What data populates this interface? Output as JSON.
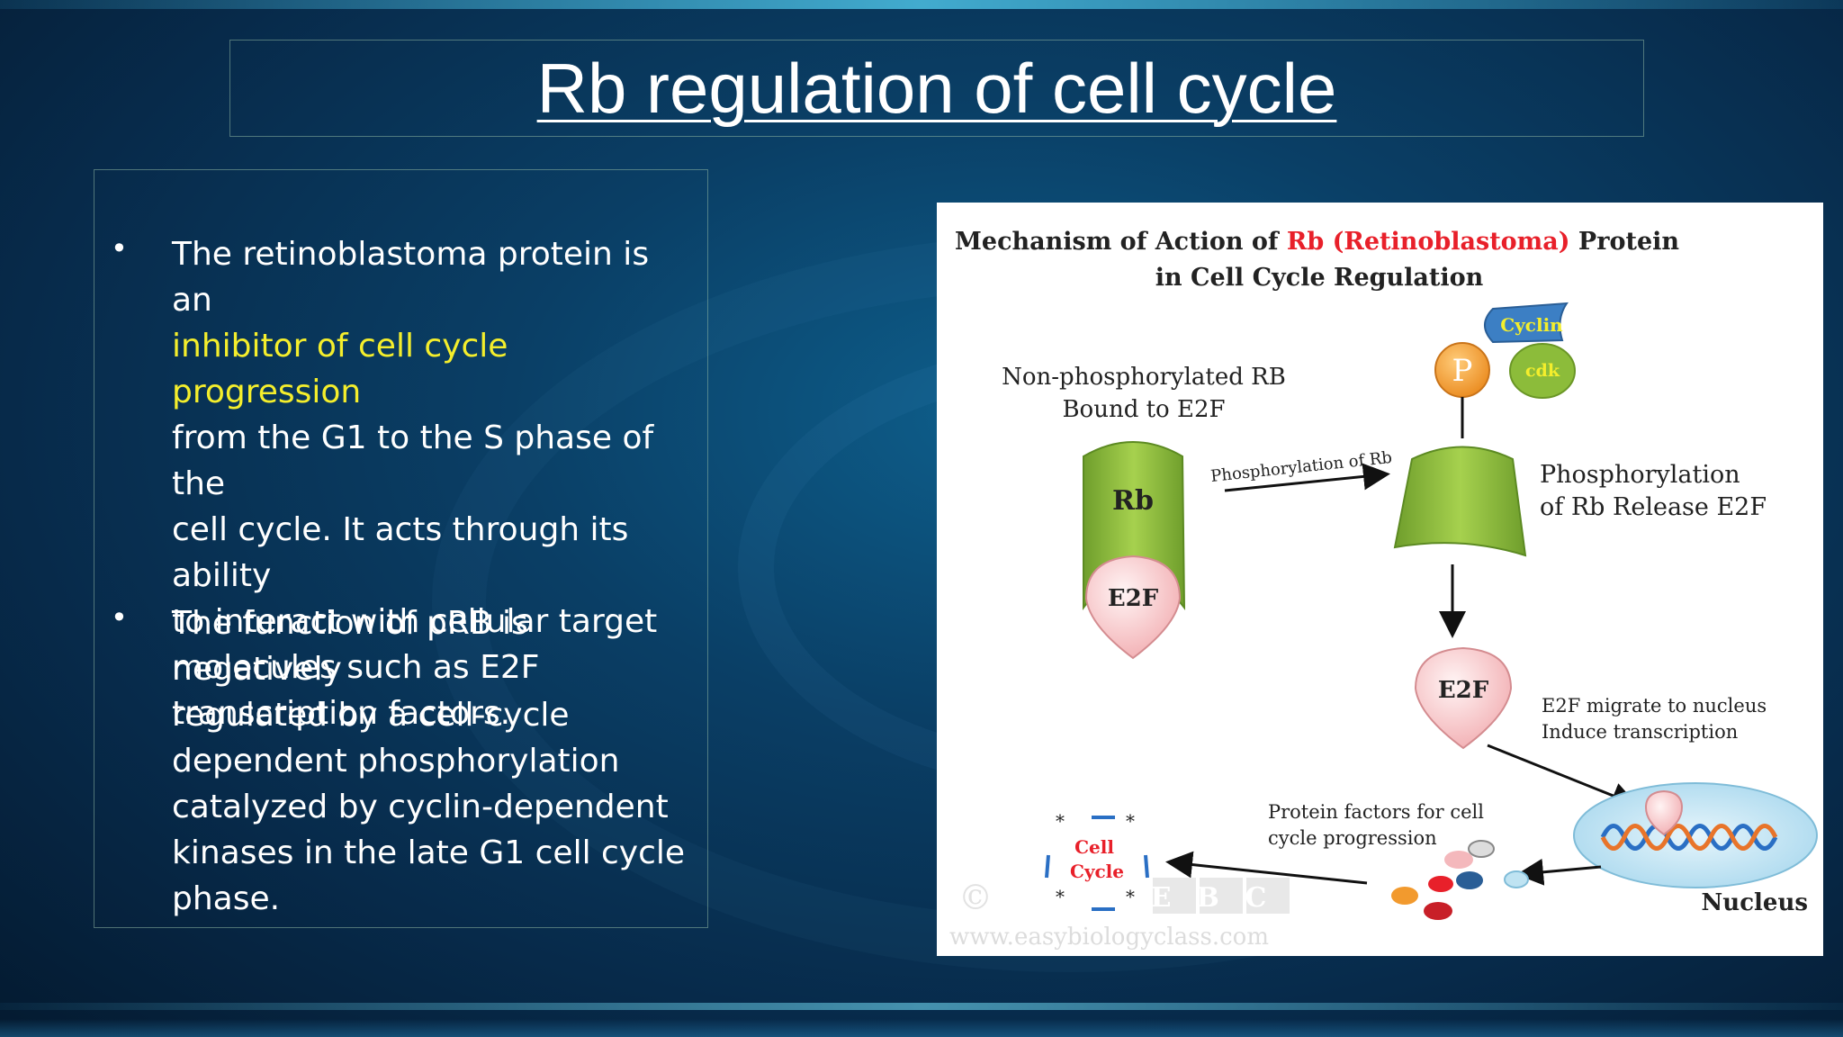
{
  "slide": {
    "title": "Rb regulation of cell cycle",
    "bullets": [
      {
        "parts": [
          "The retinoblastoma protein is an",
          "inhibitor of cell cycle progression",
          "from the G1 to the S phase of the",
          "cell cycle. It acts through its ability",
          "to interact with cellular target",
          "molecules such as E2F",
          "transcription factors."
        ]
      },
      {
        "parts": [
          "The function of pRB is negatively",
          "regulated by a cell-cycle",
          "dependent phosphorylation",
          "catalyzed by cyclin-dependent",
          "kinases in the late G1 cell cycle",
          "phase."
        ]
      }
    ],
    "highlight_color": "#f4ee2c"
  },
  "diagram": {
    "heading_line1_a": "Mechanism of Action of ",
    "heading_line1_b": "Rb (Retinoblastoma)",
    "heading_line1_c": " Protein",
    "heading_line2": "in Cell Cycle Regulation",
    "nonphos_line1": "Non-phosphorylated RB",
    "nonphos_line2": "Bound to E2F",
    "rb_label": "Rb",
    "e2f_label": "E2F",
    "arrow_label": "Phosphorylation of Rb",
    "p_label": "P",
    "cyclin_label": "Cyclin",
    "cdk_label": "cdk",
    "release_line1": "Phosphorylation",
    "release_line2": "of Rb Release E2F",
    "e2f_free_label": "E2F",
    "migrate_line1": "E2F migrate to nucleus",
    "migrate_line2": "Induce transcription",
    "protein_line1": "Protein factors for cell",
    "protein_line2": "cycle progression",
    "cell_line1": "Cell",
    "cell_line2": "Cycle",
    "nucleus_label": "Nucleus",
    "watermark_logo": "EBC",
    "watermark_copyright": "©",
    "watermark_url": "www.easybiologyclass.com",
    "colors": {
      "rb_red": "#e8202a",
      "green": "#8cbc3a",
      "e2f_pink": "#f6c6c8",
      "p_orange": "#f29a2e",
      "cyclin_blue": "#3c7fc4",
      "nucleus_blue": "#bfe3f2"
    }
  }
}
